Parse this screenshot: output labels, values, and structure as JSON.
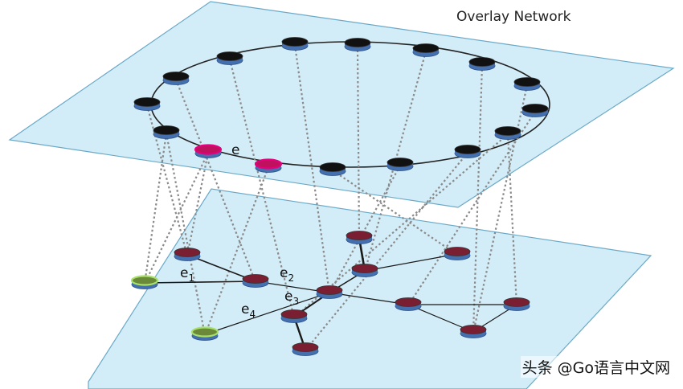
{
  "title": "Overlay Network",
  "edge_labels": {
    "e": "e",
    "e1": {
      "base": "e",
      "sub": "1"
    },
    "e2": {
      "base": "e",
      "sub": "2"
    },
    "e3": {
      "base": "e",
      "sub": "3"
    },
    "e4": {
      "base": "e",
      "sub": "4"
    }
  },
  "watermark": "头条 @Go语言中文网",
  "colors": {
    "plane_fill": "#d3edf8",
    "plane_stroke": "#6aa9c7",
    "overlay_node": "#111111",
    "overlay_node_highlight": "#e6007e",
    "physical_node": "#7a1f32",
    "physical_node_endpoint": "#a8e06a",
    "node_base": "#4470b0"
  }
}
